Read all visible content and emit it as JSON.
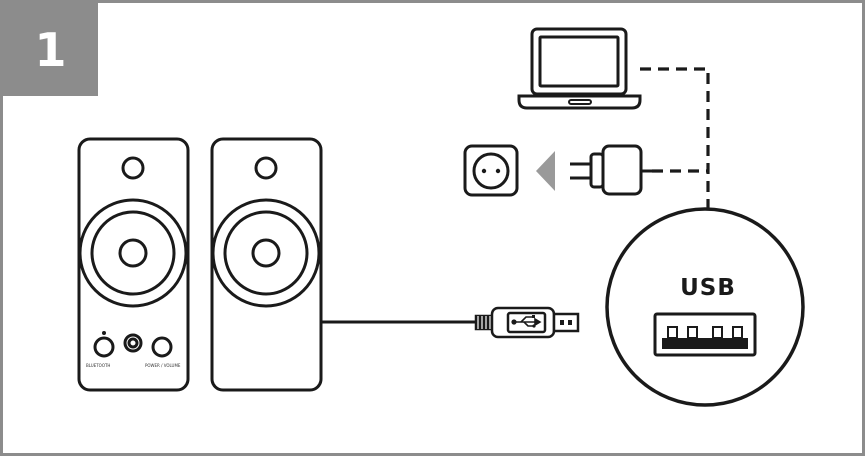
{
  "step": {
    "number": "1"
  },
  "usb_port": {
    "label": "USB"
  },
  "speaker_left": {
    "bluetooth_label": "BLUETOOTH",
    "power_volume_label": "POWER / VOLUME"
  },
  "colors": {
    "outline": "#1a1a1a",
    "badge": "#8c8c8c",
    "frame": "#8c8c8c",
    "arrow": "#9a9a9a"
  },
  "icons": [
    "laptop-icon",
    "wall-socket-icon",
    "power-adapter-icon",
    "usb-plug-icon",
    "usb-symbol-icon",
    "usb-port-icon"
  ]
}
